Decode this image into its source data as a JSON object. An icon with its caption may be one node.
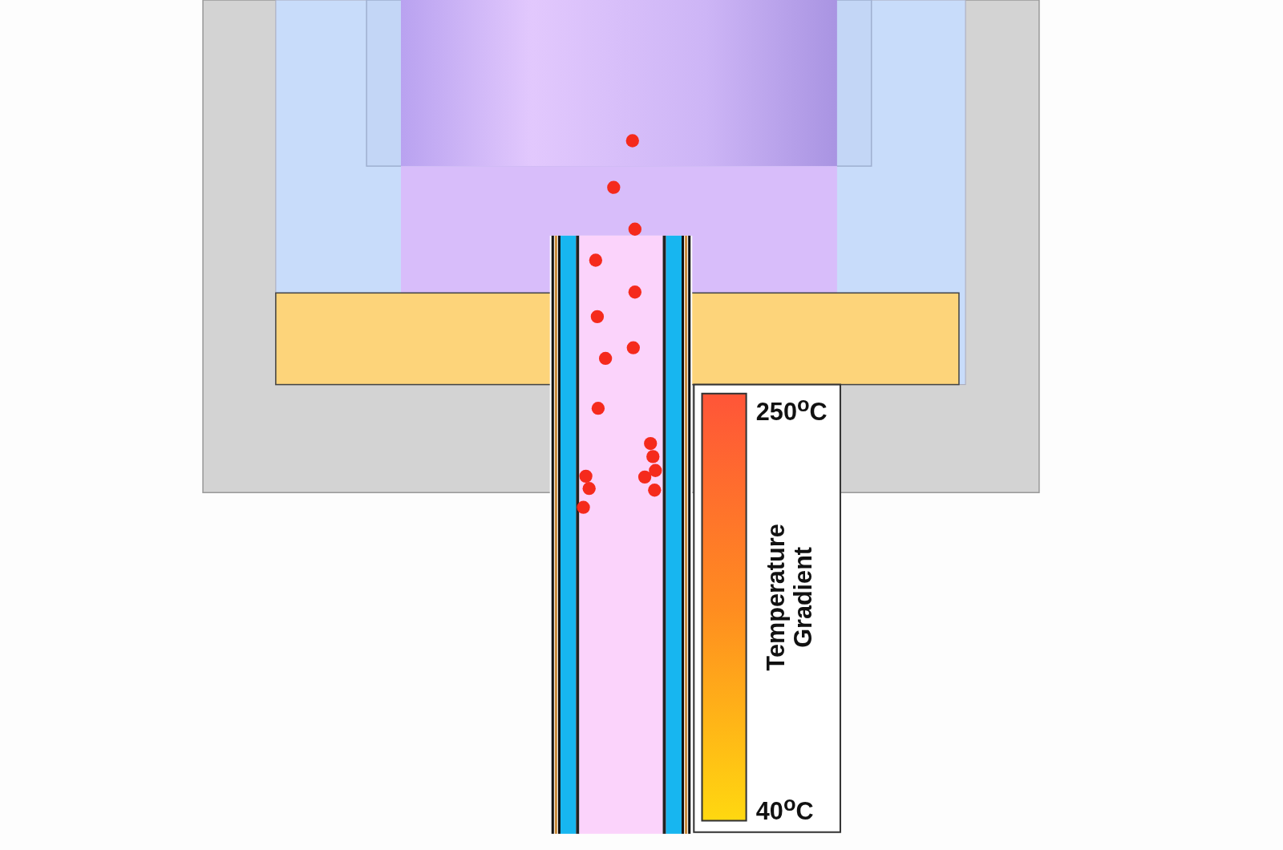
{
  "diagram": {
    "labels": [
      "250$^{o}$C",
      "Temperature Gradient",
      "40$^{o}$C"
    ]
  }
}
